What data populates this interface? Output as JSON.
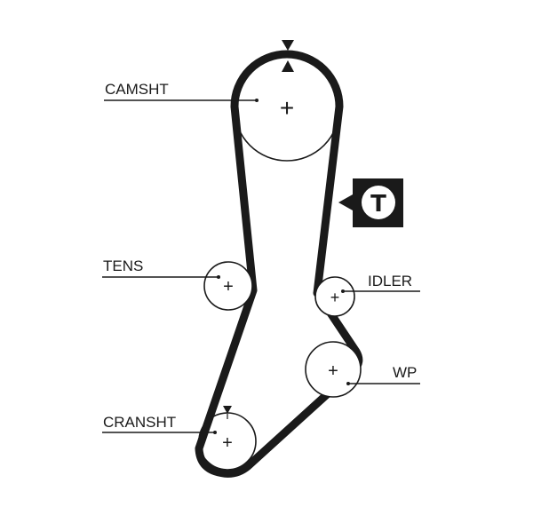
{
  "labels": {
    "camshaft": "CAMSHT",
    "tensioner": "TENS",
    "idler": "IDLER",
    "water_pump": "WP",
    "crankshaft": "CRANSHT"
  },
  "tension_badge": "T",
  "icons": {
    "timing_mark": "triangle-marker-icon",
    "tension_point": "tension-arrow-icon"
  },
  "colors": {
    "ink": "#1a1a1a",
    "background": "#ffffff"
  }
}
